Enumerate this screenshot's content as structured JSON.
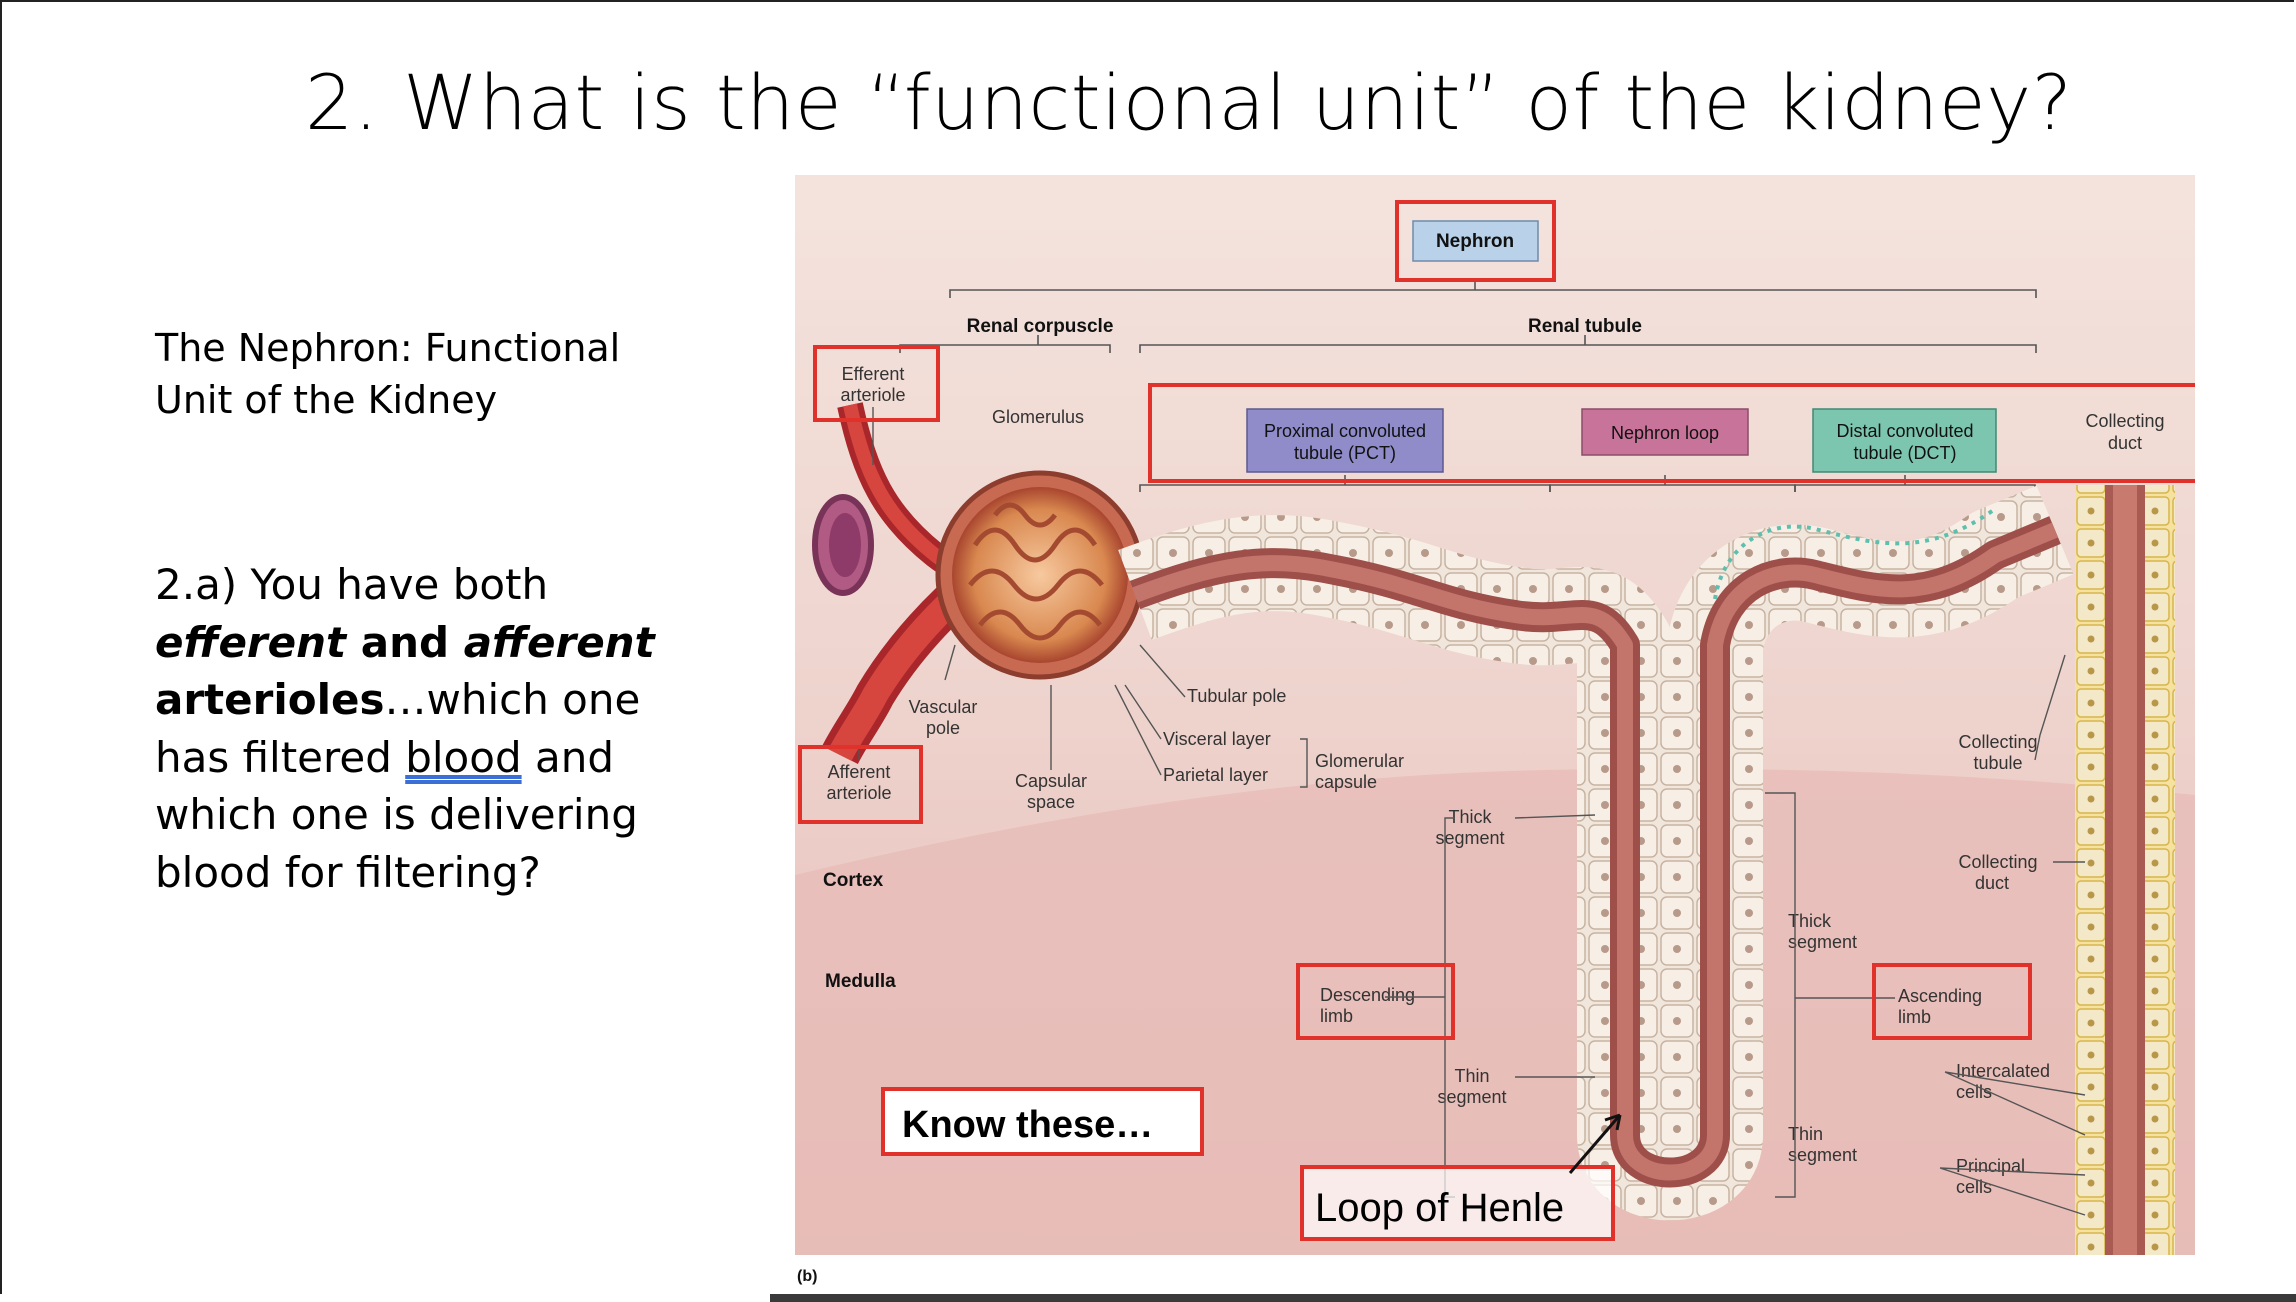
{
  "slide": {
    "title": "2. What is the “functional unit” of the kidney?",
    "subtitle": "The Nephron: Functional Unit of the Kidney",
    "question": {
      "prefix": "2.a)  You have both ",
      "efferent": "efferent",
      "and": " and ",
      "afferent": "afferent",
      "arterioles": "arterioles",
      "middle": "…which one has filtered ",
      "blood": "blood",
      "suffix": " and which one is delivering blood for filtering?"
    }
  },
  "figure": {
    "panel_label": "(b)",
    "labels": {
      "nephron": "Nephron",
      "renal_corpuscle": "Renal corpuscle",
      "renal_tubule": "Renal tubule",
      "efferent_arteriole": [
        "Efferent",
        "arteriole"
      ],
      "glomerulus": "Glomerulus",
      "pct": [
        "Proximal convoluted",
        "tubule (PCT)"
      ],
      "nephron_loop": "Nephron loop",
      "dct": [
        "Distal convoluted",
        "tubule (DCT)"
      ],
      "collecting_duct_top": [
        "Collecting",
        "duct"
      ],
      "vascular_pole": [
        "Vascular",
        "pole"
      ],
      "tubular_pole": "Tubular pole",
      "visceral_layer": "Visceral layer",
      "parietal_layer": "Parietal layer",
      "glomerular_capsule": [
        "Glomerular",
        "capsule"
      ],
      "afferent_arteriole": [
        "Afferent",
        "arteriole"
      ],
      "capsular_space": [
        "Capsular",
        "space"
      ],
      "thick_segment_desc": [
        "Thick",
        "segment"
      ],
      "collecting_tubule": [
        "Collecting",
        "tubule"
      ],
      "cortex": "Cortex",
      "collecting_duct_mid": [
        "Collecting",
        "duct"
      ],
      "thick_segment_asc": [
        "Thick",
        "segment"
      ],
      "medulla": "Medulla",
      "descending_limb": [
        "Descending",
        "limb"
      ],
      "ascending_limb": [
        "Ascending",
        "limb"
      ],
      "thin_segment_desc": [
        "Thin",
        "segment"
      ],
      "intercalated_cells": [
        "Intercalated",
        "cells"
      ],
      "thin_segment_asc": [
        "Thin",
        "segment"
      ],
      "principal_cells": [
        "Principal",
        "cells"
      ]
    },
    "annotations": {
      "know_these": "Know these…",
      "loop_of_henle": "Loop of Henle"
    },
    "colors": {
      "highlight_box": "#e0322b",
      "pct_box": "#8f8cc9",
      "loop_box": "#c8739a",
      "dct_box": "#7cc6b0",
      "nephron_box": "#b9d2ea",
      "cortex_bg": "#f1d9d3",
      "medulla_bg": "#e8bcb7",
      "tubule_lumen": "#b7625a"
    }
  }
}
